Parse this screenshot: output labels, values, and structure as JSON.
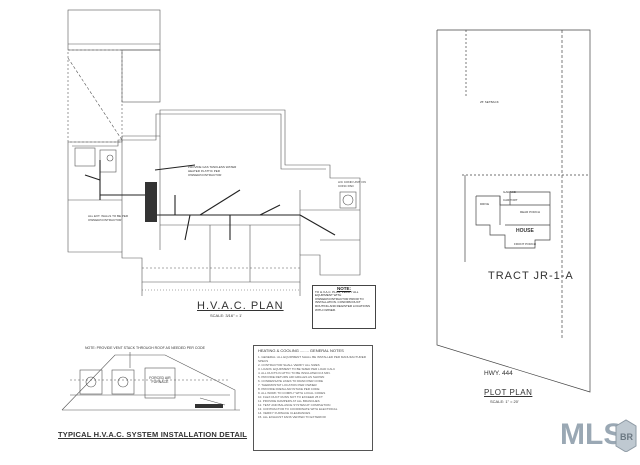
{
  "hvac_plan": {
    "title": "H.V.A.C. PLAN",
    "scale": "SCALE: 3/16\" = 1'",
    "notes_heading": "NOTE:",
    "notes_text": "TO H.V.A.C. PLAN, VERIFY ALL EQUIPMENT WITH OWNER/CONTRACTOR PRIOR TO INSTALLATION. CONFIRM DUCT ROUTING AND REGISTER LOCATIONS WITH OWNER.",
    "annotations": {
      "water_heater": "PROVIDE GAS TANKLESS WATER HEATER IN ATTIC PER OWNER/CONTRACTOR",
      "walls": "ALL EXT. WALLS TO BE PER OWNER/CONTRACTOR",
      "condenser": "A/C COND UNIT ON CONC PAD"
    }
  },
  "install_detail": {
    "title": "TYPICAL H.V.A.C. SYSTEM INSTALLATION DETAIL",
    "top_note": "NOTE: PROVIDE VENT STACK THROUGH ROOF AS NEEDED PER CODE",
    "furnace_label": "FORCED AIR FURNACE"
  },
  "heating_notes": {
    "title": "HEATING & COOLING ........ GENERAL NOTES",
    "lines": [
      "1. GENERAL: ALL EQUIPMENT SHALL BE INSTALLED PER MANUFACTURER SPECS",
      "2. CONTRACTOR SHALL VERIFY ALL SIZES",
      "3. LOADS: EQUIPMENT TO BE SIZED PER LOAD CALC",
      "4. ALL DUCTS IN ATTIC TO BE INSULATED R-6 MIN.",
      "5. PROVIDE RETURN AIR GRILLES AS SHOWN",
      "6. CONDENSATE LINES TO DRAIN PER CODE",
      "7. THERMOSTAT LOCATION PER OWNER",
      "8. PROVIDE FRESH AIR INTAKE PER CODE",
      "9. ALL WORK TO COMPLY WITH LOCAL CODES",
      "10. FLEX DUCT RUNS NOT TO EXCEED 25 FT",
      "11. PROVIDE DAMPERS AT ALL BRANCHES",
      "12. TEST AND BALANCE SYSTEM AT COMPLETION",
      "13. CONTRACTOR TO COORDINATE WITH ELECTRICAL",
      "14. VERIFY FURNACE CLEARANCES",
      "15. ALL EXHAUST FANS VENTED TO EXTERIOR"
    ]
  },
  "plot_plan": {
    "tract": "TRACT JR-1-A",
    "highway": "HWY. 444",
    "title": "PLOT PLAN",
    "scale": "SCALE: 1\" = 20'",
    "house_label": "HOUSE",
    "labels": {
      "setback": "25' SETBACK",
      "porch": "REAR PORCH",
      "garage": "GARAGE",
      "carport": "CARPORT",
      "front_porch": "FRONT PORCH",
      "drive": "DRIVE"
    }
  },
  "logo": {
    "text": "MLS",
    "badge_text": "BR",
    "colors": {
      "mls": "#9aa8b4",
      "badge": "#bfc9d1"
    }
  }
}
